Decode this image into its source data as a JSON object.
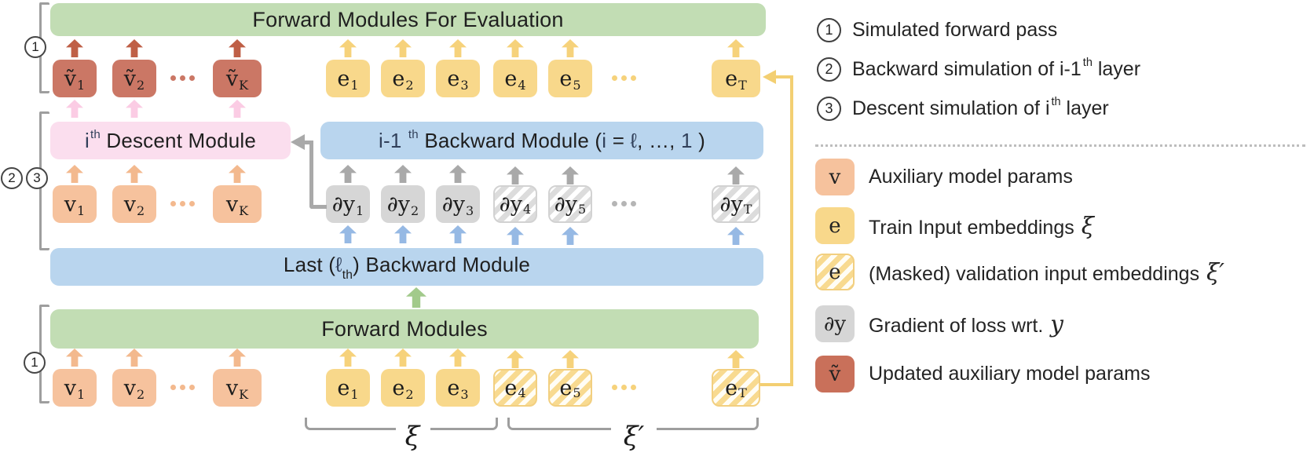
{
  "palette": {
    "green_bar": "#c2ddb4",
    "blue_bar": "#b9d5ee",
    "pink_bar": "#fbdeee",
    "yellow_token": "#f8d88b",
    "orange_token": "#f6c29d",
    "red_token": "#cb7765",
    "gray_token": "#d6d6d6",
    "arrow_yellow": "#f6d27b",
    "arrow_orange": "#f3b98e",
    "arrow_pink": "#fbcce4",
    "arrow_red": "#bf5f46",
    "arrow_gray": "#a9a9a9",
    "arrow_blue": "#96b9e4",
    "arrow_green": "#a2ca8b",
    "connector_yellow": "#f3cf72",
    "connector_gray": "#a9a9a9",
    "bracket_gray": "#9e9e9e"
  },
  "diagram": {
    "bars": {
      "eval": {
        "parts": [
          {
            "t": "Forward Modules For Evaluation"
          }
        ]
      },
      "descent": {
        "parts": [
          {
            "t": "i",
            "m": true
          },
          {
            "t": "th",
            "sup": true,
            "m": true
          },
          {
            "t": " Descent Module"
          }
        ]
      },
      "backward_i1": {
        "parts": [
          {
            "t": "i-1 ",
            "m": true
          },
          {
            "t": "th",
            "sup": true,
            "m": true
          },
          {
            "t": " Backward Module (",
            "m": false
          },
          {
            "t": "i",
            "m": true
          },
          {
            "t": " = "
          },
          {
            "t": "ℓ",
            "m": true
          },
          {
            "t": ", …, "
          },
          {
            "t": "1",
            "m": true
          },
          {
            "t": " )"
          }
        ]
      },
      "last_backward": {
        "parts": [
          {
            "t": "Last ("
          },
          {
            "t": "ℓ",
            "m": true
          },
          {
            "t": "th",
            "sub": true
          },
          {
            "t": ") Backward Module"
          }
        ]
      },
      "forward": {
        "parts": [
          {
            "t": "Forward Modules"
          }
        ]
      }
    },
    "rows": {
      "top": [
        {
          "col": "v1",
          "label": "ṽ",
          "sub": "1",
          "variant": "red",
          "up": "red",
          "down": "pink"
        },
        {
          "col": "v2",
          "label": "ṽ",
          "sub": "2",
          "variant": "red",
          "up": "red",
          "down": "pink"
        },
        {
          "col": "vdots",
          "variant": "dots-red"
        },
        {
          "col": "vK",
          "label": "ṽ",
          "sub": "K",
          "variant": "red",
          "up": "red",
          "down": "pink",
          "wide": true
        },
        {
          "col": "c1",
          "label": "e",
          "sub": "1",
          "variant": "yellow",
          "up": "yellow"
        },
        {
          "col": "c2",
          "label": "e",
          "sub": "2",
          "variant": "yellow",
          "up": "yellow"
        },
        {
          "col": "c3",
          "label": "e",
          "sub": "3",
          "variant": "yellow",
          "up": "yellow"
        },
        {
          "col": "c4",
          "label": "e",
          "sub": "4",
          "variant": "yellow",
          "up": "yellow"
        },
        {
          "col": "c5",
          "label": "e",
          "sub": "5",
          "variant": "yellow",
          "up": "yellow"
        },
        {
          "col": "cdots",
          "variant": "dots-yellow"
        },
        {
          "col": "cT",
          "label": "e",
          "sub": "T",
          "variant": "yellow",
          "up": "yellow",
          "wide": true
        }
      ],
      "mid": [
        {
          "col": "v1",
          "label": "v",
          "sub": "1",
          "variant": "orange",
          "up": "orange"
        },
        {
          "col": "v2",
          "label": "v",
          "sub": "2",
          "variant": "orange",
          "up": "orange"
        },
        {
          "col": "vdots",
          "variant": "dots-orange"
        },
        {
          "col": "vK",
          "label": "v",
          "sub": "K",
          "variant": "orange",
          "up": "orange",
          "wide": true
        },
        {
          "col": "c1",
          "label": "∂y",
          "sub": "1",
          "variant": "gray",
          "up": "gray",
          "down": "blue"
        },
        {
          "col": "c2",
          "label": "∂y",
          "sub": "2",
          "variant": "gray",
          "up": "gray",
          "down": "blue"
        },
        {
          "col": "c3",
          "label": "∂y",
          "sub": "3",
          "variant": "gray",
          "up": "gray",
          "down": "blue"
        },
        {
          "col": "c4",
          "label": "∂y",
          "sub": "4",
          "variant": "gray-hatch",
          "up": "gray",
          "down": "blue"
        },
        {
          "col": "c5",
          "label": "∂y",
          "sub": "5",
          "variant": "gray-hatch",
          "up": "gray",
          "down": "blue"
        },
        {
          "col": "cdots",
          "variant": "dots-gray"
        },
        {
          "col": "cT",
          "label": "∂y",
          "sub": "T",
          "variant": "gray-hatch",
          "up": "gray",
          "down": "blue",
          "wide": true
        }
      ],
      "bottom": [
        {
          "col": "v1",
          "label": "v",
          "sub": "1",
          "variant": "orange",
          "up": "orange"
        },
        {
          "col": "v2",
          "label": "v",
          "sub": "2",
          "variant": "orange",
          "up": "orange"
        },
        {
          "col": "vdots",
          "variant": "dots-orange"
        },
        {
          "col": "vK",
          "label": "v",
          "sub": "K",
          "variant": "orange",
          "up": "orange",
          "wide": true
        },
        {
          "col": "c1",
          "label": "e",
          "sub": "1",
          "variant": "yellow",
          "up": "yellow"
        },
        {
          "col": "c2",
          "label": "e",
          "sub": "2",
          "variant": "yellow",
          "up": "yellow"
        },
        {
          "col": "c3",
          "label": "e",
          "sub": "3",
          "variant": "yellow",
          "up": "yellow"
        },
        {
          "col": "c4",
          "label": "e",
          "sub": "4",
          "variant": "yellow-hatch",
          "up": "yellow"
        },
        {
          "col": "c5",
          "label": "e",
          "sub": "5",
          "variant": "yellow-hatch",
          "up": "yellow"
        },
        {
          "col": "cdots",
          "variant": "dots-yellow"
        },
        {
          "col": "cT",
          "label": "e",
          "sub": "T",
          "variant": "yellow-hatch",
          "up": "yellow",
          "wide": true
        }
      ]
    },
    "markers": {
      "top": "1",
      "mid2": "2",
      "mid3": "3",
      "bottom": "1"
    },
    "xi": "ξ",
    "xi_prime": "ξ′"
  },
  "legend": {
    "steps": [
      {
        "num": "1",
        "parts": [
          {
            "t": "Simulated forward pass"
          }
        ]
      },
      {
        "num": "2",
        "parts": [
          {
            "t": "Backward simulation of i-1"
          },
          {
            "t": "th",
            "sup": true
          },
          {
            "t": " layer"
          }
        ]
      },
      {
        "num": "3",
        "parts": [
          {
            "t": "Descent simulation of i"
          },
          {
            "t": "th",
            "sup": true
          },
          {
            "t": " layer"
          }
        ]
      }
    ],
    "keys": [
      {
        "key": "v",
        "variant": "orange",
        "parts": [
          {
            "t": "Auxiliary model params"
          }
        ]
      },
      {
        "key": "e",
        "variant": "yellow",
        "parts": [
          {
            "t": "Train Input embeddings "
          },
          {
            "t": "ξ",
            "it": true
          }
        ]
      },
      {
        "key": "e",
        "variant": "yhatch",
        "parts": [
          {
            "t": "(Masked) validation input embeddings "
          },
          {
            "t": "ξ′",
            "it": true
          }
        ]
      },
      {
        "key": "∂y",
        "variant": "gray",
        "parts": [
          {
            "t": "Gradient of loss wrt. "
          },
          {
            "t": "y",
            "it": true
          }
        ]
      },
      {
        "key": "ṽ",
        "variant": "red",
        "parts": [
          {
            "t": "Updated auxiliary model params"
          }
        ]
      }
    ]
  }
}
